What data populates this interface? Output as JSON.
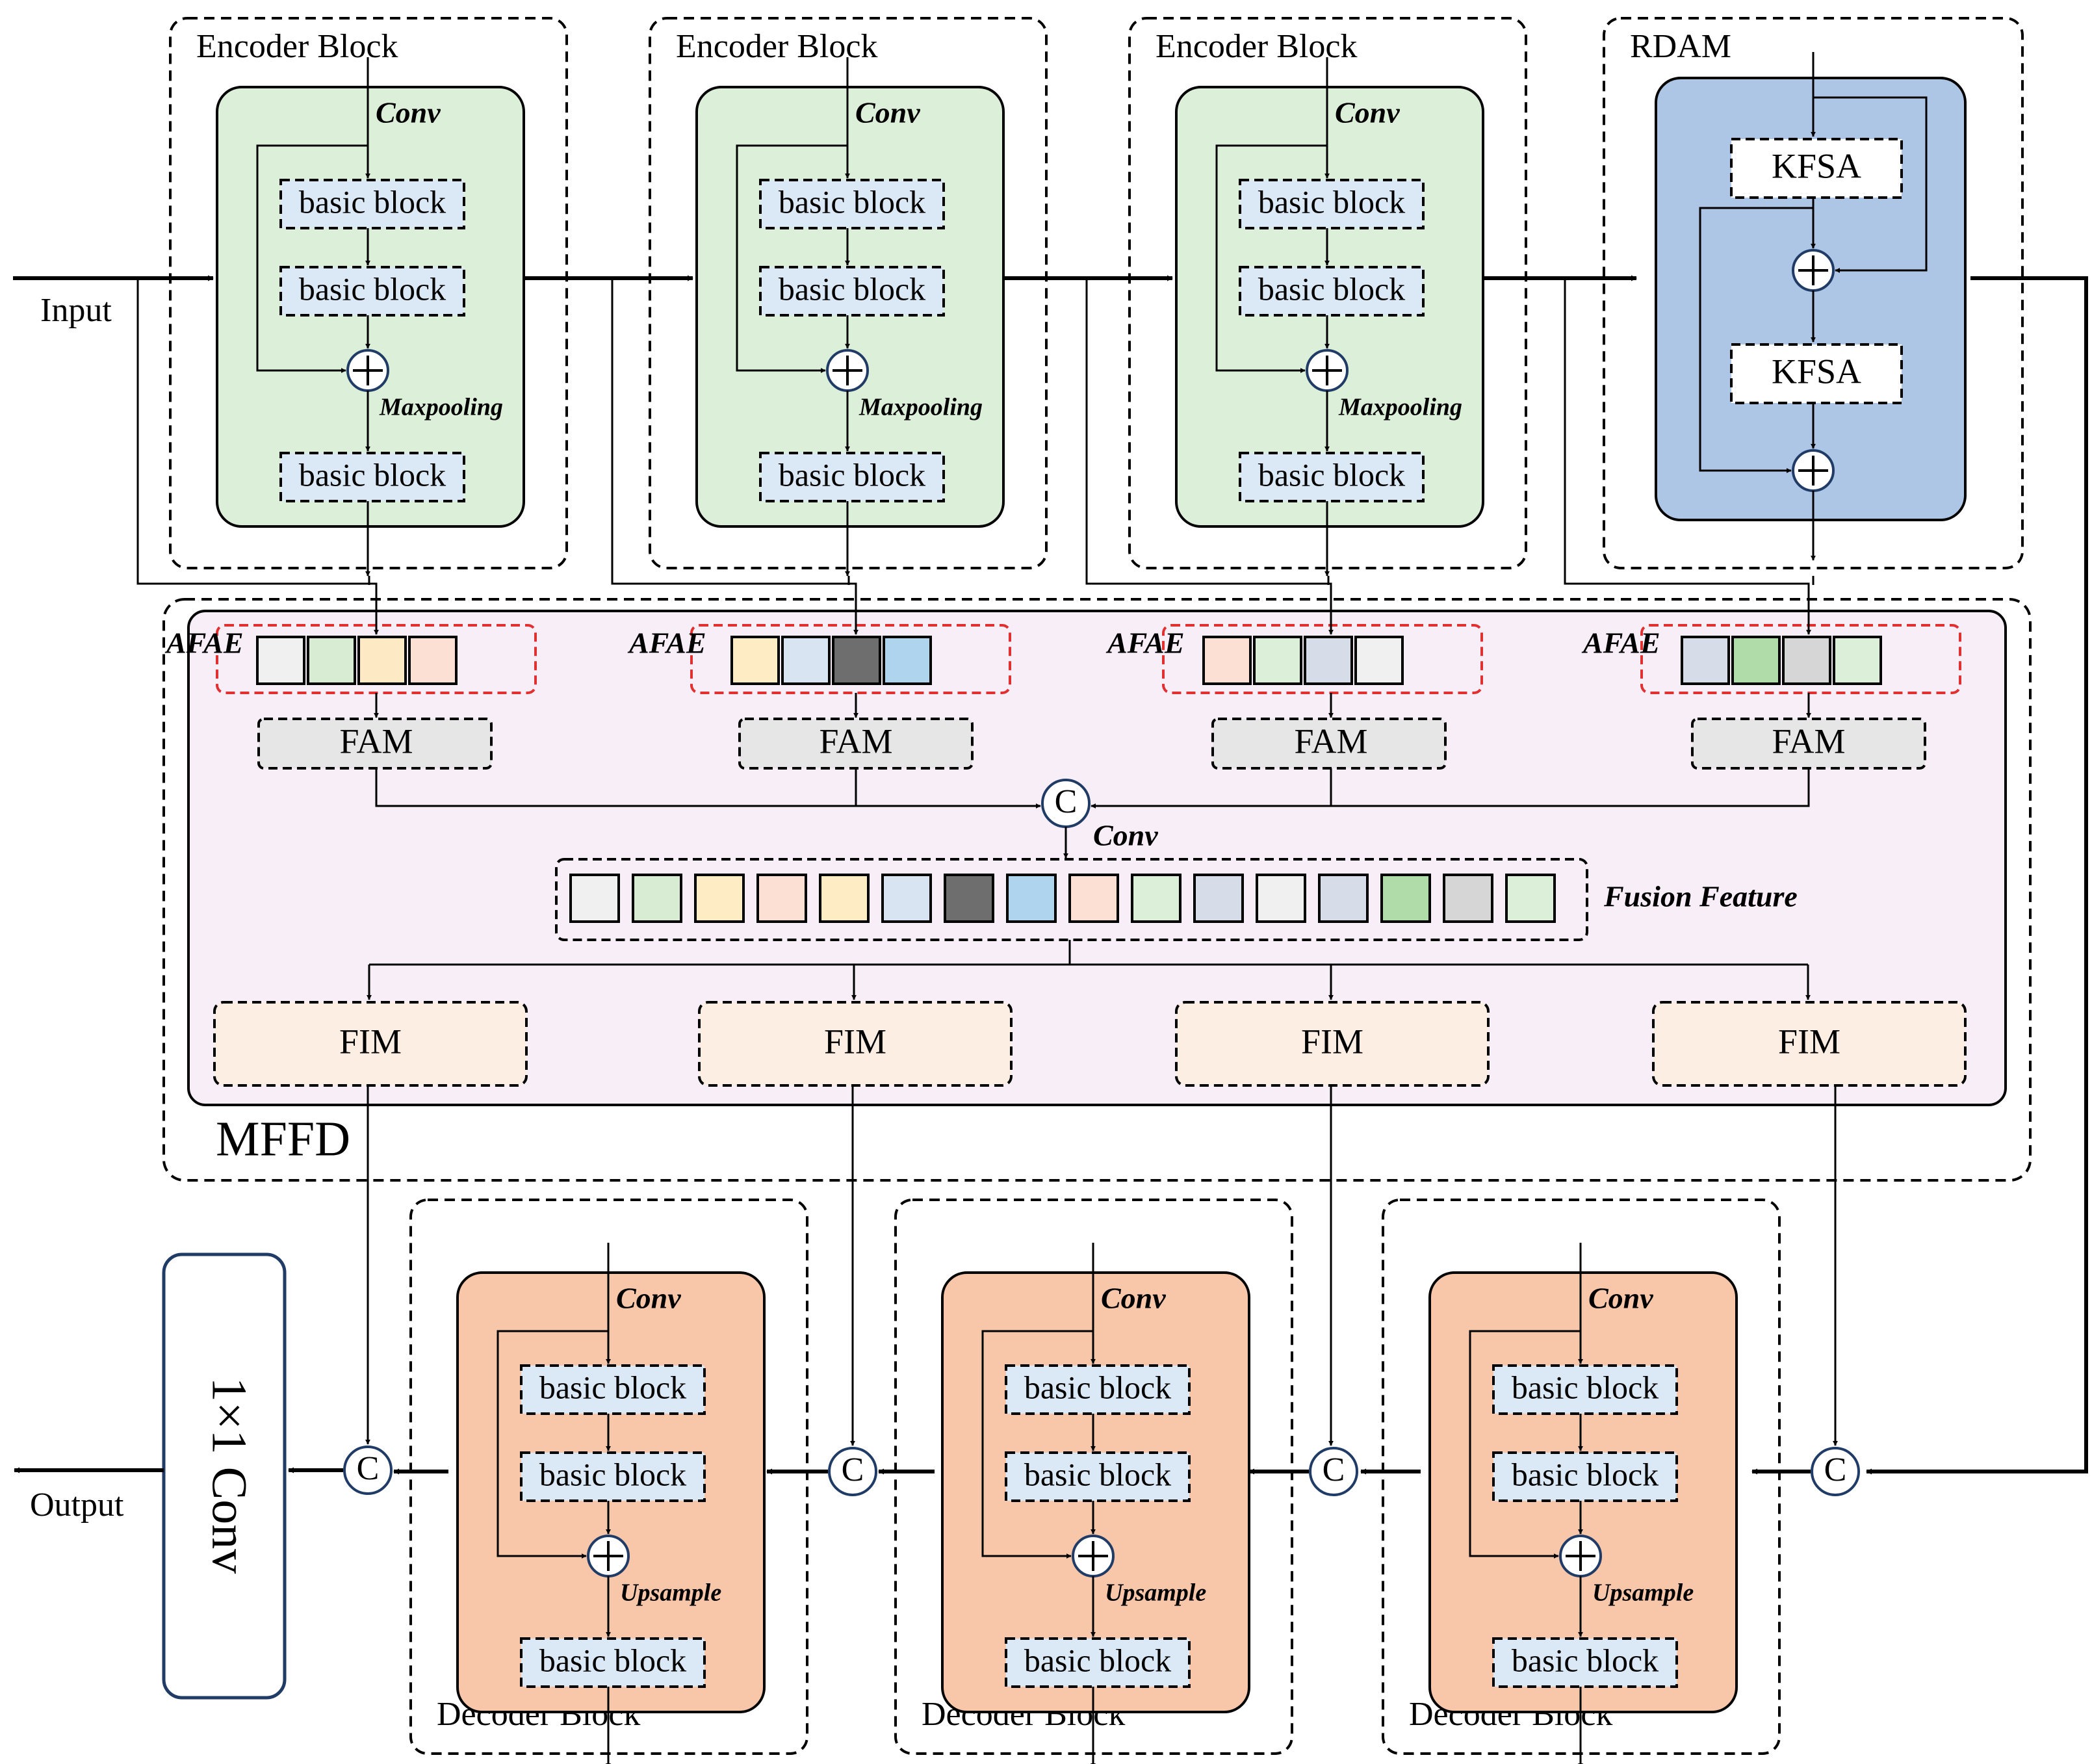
{
  "labels": {
    "input": "Input",
    "output": "Output",
    "encoder_block": "Encoder Block",
    "decoder_block": "Decoder Block",
    "rdam": "RDAM",
    "mffd": "MFFD",
    "conv": "Conv",
    "basic_block": "basic block",
    "maxpooling": "Maxpooling",
    "upsample": "Upsample",
    "kfsa": "KFSA",
    "afae": "AFAE",
    "fam": "FAM",
    "fim": "FIM",
    "fusion_feature": "Fusion Feature",
    "concat_symbol": "C",
    "final_conv": "1×1 Conv"
  },
  "colors": {
    "encoder_fill": "#dcefd8",
    "decoder_fill": "#f8c6a8",
    "rdam_fill": "#aec6e6",
    "mffd_fill": "#f8eef8",
    "basic_block_fill": "#dbe8f5",
    "fam_fill": "#e6e6e6",
    "fim_fill": "#fdeee4",
    "afae_border": "#e03030"
  },
  "afae_groups": [
    [
      "#f0f0f0",
      "#d8ecd4",
      "#fde9c4",
      "#fde0d4"
    ],
    [
      "#fdecc4",
      "#d8e4f2",
      "#6e6e6e",
      "#aed4ee"
    ],
    [
      "#fde0d4",
      "#dcefd8",
      "#d6dce8",
      "#f0f0f0"
    ],
    [
      "#d6dce8",
      "#b0dcaa",
      "#d6d6d6",
      "#dcefd8"
    ]
  ],
  "fusion_colors": [
    "#f0f0f0",
    "#d8ecd4",
    "#fdecc4",
    "#fde0d4",
    "#fdecc4",
    "#d8e4f2",
    "#6e6e6e",
    "#aed4ee",
    "#fde0d4",
    "#dcefd8",
    "#d6dce8",
    "#f0f0f0",
    "#d6dce8",
    "#b0dcaa",
    "#d6d6d6",
    "#dcefd8"
  ]
}
